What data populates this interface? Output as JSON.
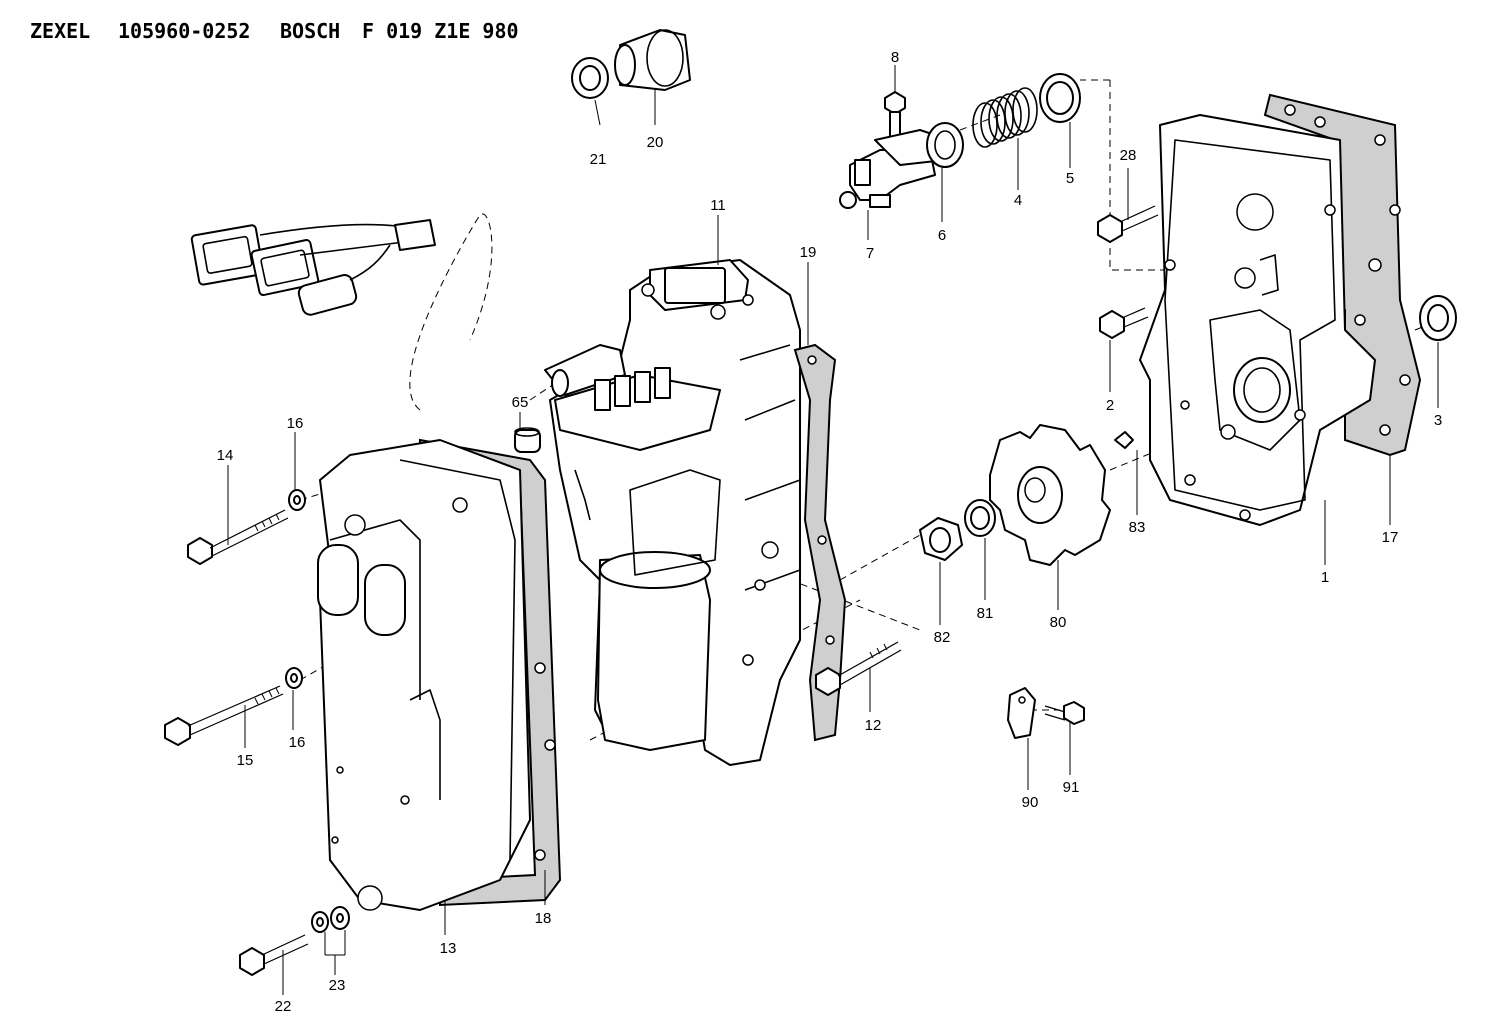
{
  "header": {
    "brand1": "ZEXEL",
    "part_no": "105960-0252",
    "brand2": "BOSCH",
    "ref_no": "F 019 Z1E 980"
  },
  "callouts": {
    "c1": "1",
    "c2": "2",
    "c3": "3",
    "c4": "4",
    "c5": "5",
    "c6": "6",
    "c7": "7",
    "c8": "8",
    "c11": "11",
    "c12": "12",
    "c13": "13",
    "c14": "14",
    "c15": "15",
    "c16a": "16",
    "c16b": "16",
    "c17": "17",
    "c18": "18",
    "c19": "19",
    "c20": "20",
    "c21": "21",
    "c22": "22",
    "c23": "23",
    "c28": "28",
    "c65": "65",
    "c80": "80",
    "c81": "81",
    "c82": "82",
    "c83": "83",
    "c90": "90",
    "c91": "91"
  }
}
